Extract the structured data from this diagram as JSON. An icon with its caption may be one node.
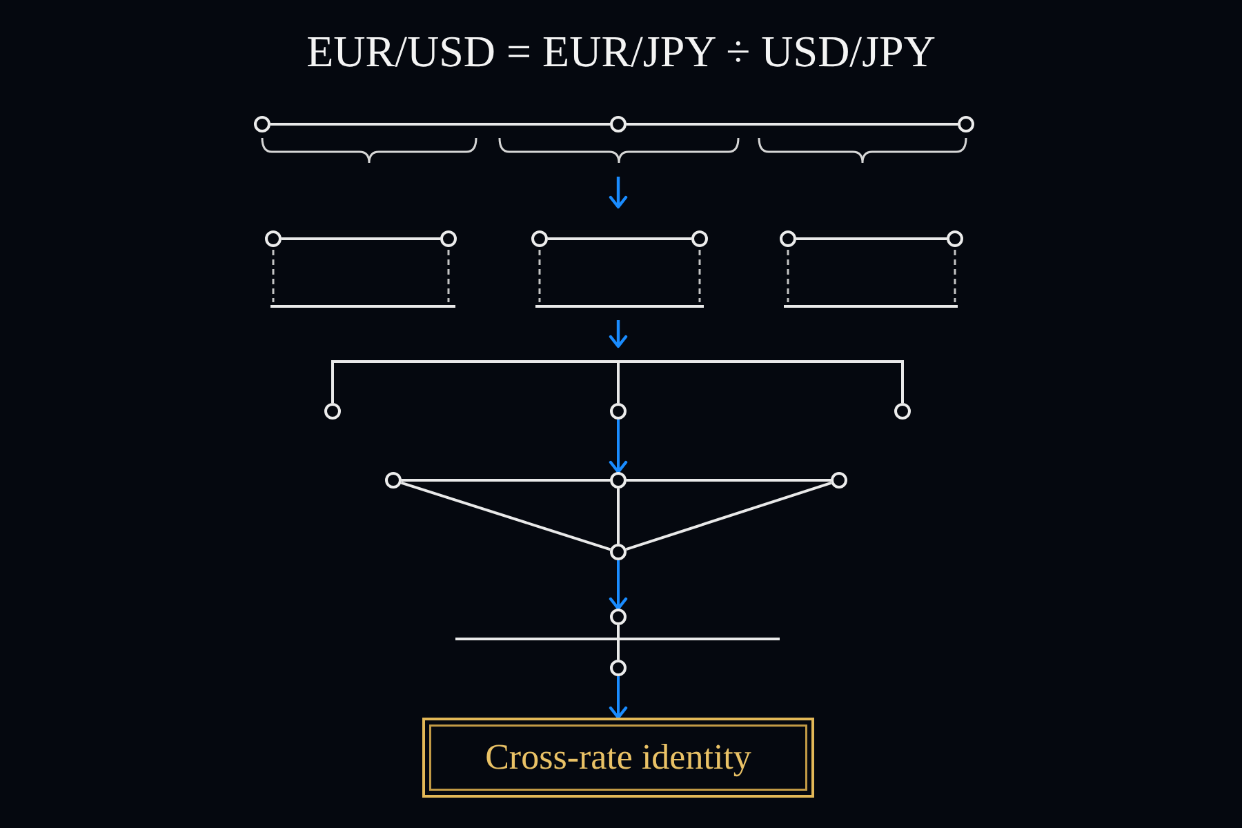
{
  "diagram": {
    "title": "EUR/USD = EUR/JPY ÷ USD/JPY",
    "nodes": [
      {
        "text": [],
        "shape": "circle"
      },
      {
        "text": [],
        "shape": "circle"
      },
      {
        "text": [],
        "shape": "circle"
      },
      {
        "text": [],
        "shape": "circle"
      },
      {
        "text": [],
        "shape": "circle"
      },
      {
        "text": [],
        "shape": "circle"
      },
      {
        "text": [],
        "shape": "circle"
      },
      {
        "text": [],
        "shape": "circle"
      },
      {
        "text": [],
        "shape": "circle"
      },
      {
        "text": [],
        "shape": "circle"
      },
      {
        "text": [],
        "shape": "circle"
      },
      {
        "text": [],
        "shape": "circle"
      },
      {
        "text": [],
        "shape": "circle"
      },
      {
        "text": [],
        "shape": "circle"
      },
      {
        "text": [],
        "shape": "circle"
      },
      {
        "text": [],
        "shape": "circle"
      },
      {
        "text": [],
        "shape": "circle"
      },
      {
        "text": [],
        "shape": "circle"
      },
      {
        "text": [
          "Cross-rate identity"
        ]
      }
    ],
    "edges": [
      {
        "from": 0,
        "to": 1,
        "arrow": "none"
      },
      {
        "from": 1,
        "to": 2,
        "arrow": "none"
      },
      {
        "from": 3,
        "to": 4,
        "arrow": "none"
      },
      {
        "from": 5,
        "to": 6,
        "arrow": "none"
      },
      {
        "from": 7,
        "to": 8,
        "arrow": "none"
      },
      {
        "from": null,
        "to": 9,
        "arrow": "none"
      },
      {
        "from": null,
        "to": 10,
        "arrow": "none"
      },
      {
        "from": null,
        "to": 11,
        "arrow": "none"
      },
      {
        "from": 10,
        "to": 13,
        "arrow": "to",
        "color": "#1a8cff"
      },
      {
        "from": 12,
        "to": 13,
        "arrow": "none"
      },
      {
        "from": 13,
        "to": 14,
        "arrow": "none"
      },
      {
        "from": 13,
        "to": 15,
        "arrow": "none"
      },
      {
        "from": 12,
        "to": 15,
        "arrow": "none"
      },
      {
        "from": 14,
        "to": 15,
        "arrow": "none"
      },
      {
        "from": 15,
        "to": 16,
        "arrow": "to",
        "color": "#1a8cff"
      },
      {
        "from": 16,
        "to": 17,
        "arrow": "none"
      },
      {
        "from": 17,
        "to": 18,
        "arrow": "to",
        "color": "#1a8cff"
      }
    ]
  }
}
